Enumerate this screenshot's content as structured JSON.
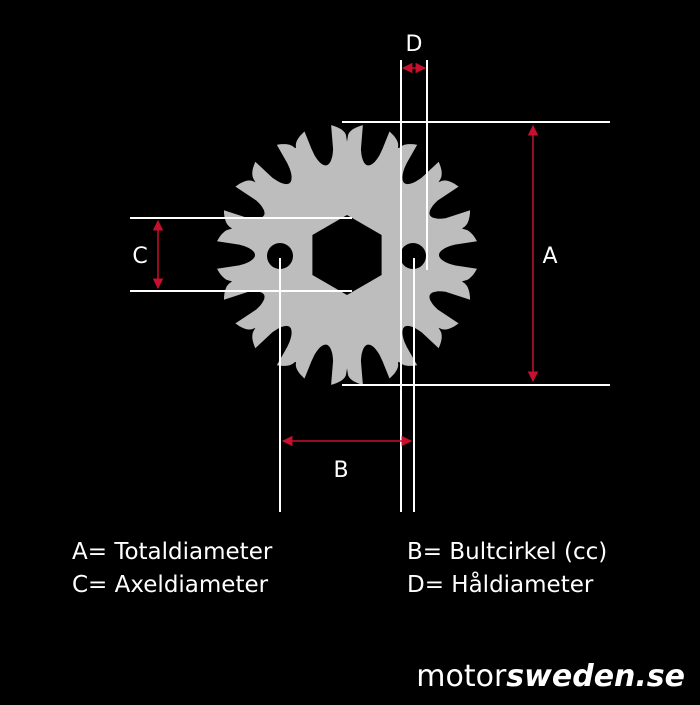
{
  "diagram": {
    "labels": {
      "A": "A",
      "B": "B",
      "C": "C",
      "D": "D"
    },
    "legend": [
      {
        "text": "A= Totaldiameter"
      },
      {
        "text": "C= Axeldiameter"
      },
      {
        "text": "B= Bultcirkel (cc)"
      },
      {
        "text": "D= Håldiameter"
      }
    ],
    "colors": {
      "background": "#000000",
      "sprocket": "#bdbdbd",
      "lines": "#ffffff",
      "arrows": "#c8102e"
    }
  },
  "brand": {
    "part1": "motor",
    "part2": "sweden.se"
  }
}
